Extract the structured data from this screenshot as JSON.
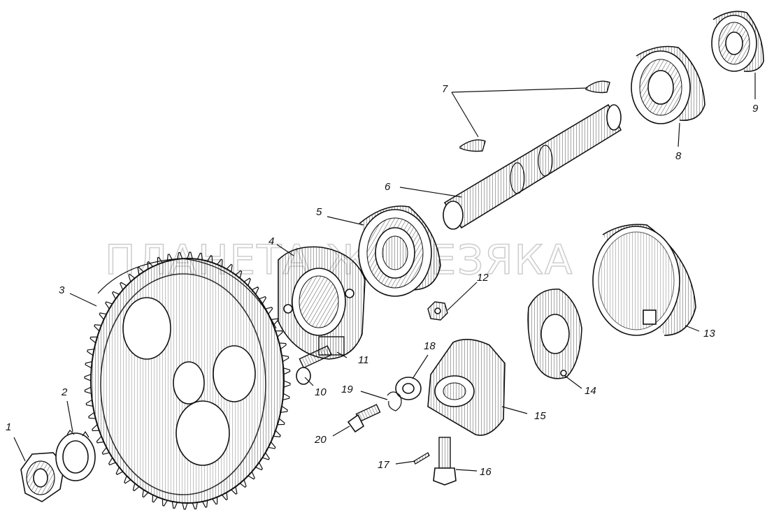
{
  "watermark": "ПЛАНЕТА ЖЕЛЕЗЯКА",
  "labels": [
    "1",
    "2",
    "3",
    "4",
    "5",
    "6",
    "7",
    "8",
    "9",
    "10",
    "11",
    "12",
    "13",
    "14",
    "15",
    "16",
    "17",
    "18",
    "19",
    "20"
  ]
}
